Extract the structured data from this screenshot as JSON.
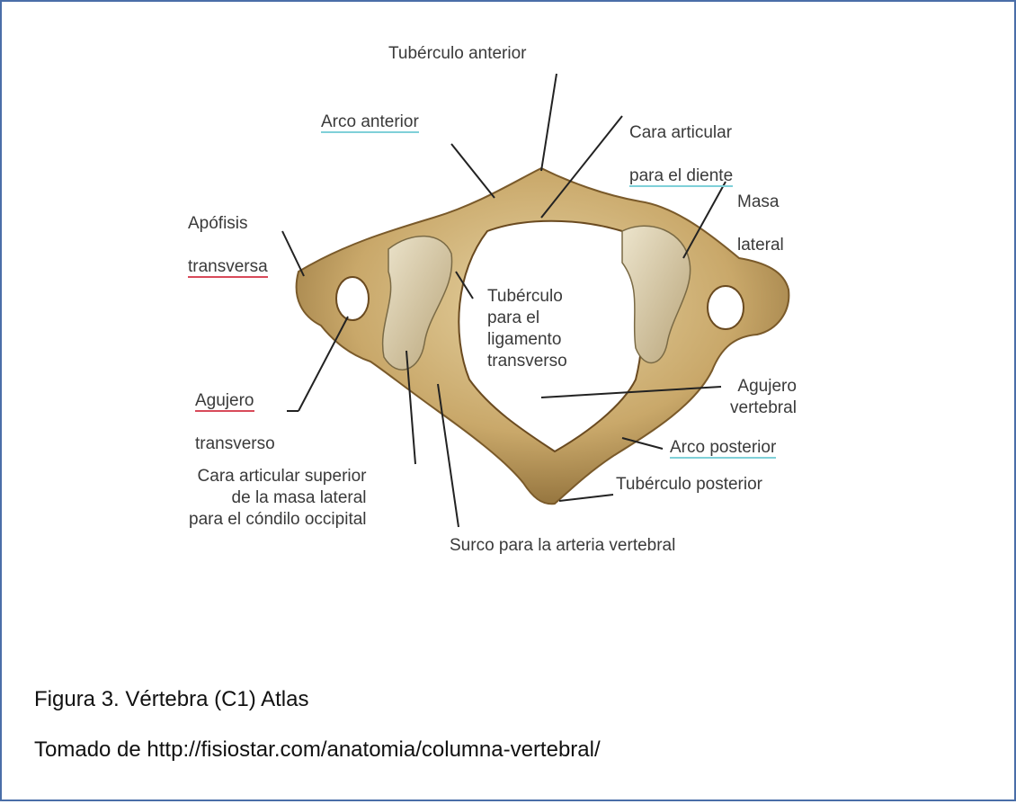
{
  "labels": {
    "tuberculo_anterior": "Tubérculo anterior",
    "arco_anterior": "Arco anterior",
    "cara_articular_diente_1": "Cara articular",
    "cara_articular_diente_2": "para el diente",
    "masa_lateral_1": "Masa",
    "masa_lateral_2": "lateral",
    "apofisis_transversa_1": "Apófisis",
    "apofisis_transversa_2": "transversa",
    "tuberculo_ligamento": "Tubérculo\npara el\nligamento\ntransverso",
    "agujero_transverso_1": "Agujero",
    "agujero_transverso_2": "transverso",
    "agujero_vertebral": "Agujero\nvertebral",
    "arco_posterior": "Arco posterior",
    "tuberculo_posterior": "Tubérculo posterior",
    "cara_articular_superior": "Cara articular superior\nde la masa lateral\npara el cóndilo occipital",
    "surco_arteria": "Surco para la arteria vertebral"
  },
  "caption": {
    "title": "Figura 3. Vértebra (C1) Atlas",
    "source": "Tomado de http://fisiostar.com/anatomia/columna-vertebral/"
  },
  "colors": {
    "frame": "#4a6ea8",
    "bone": "#c9a86a",
    "bone_dark": "#8a6a35",
    "underline_blue": "#7fd0d8",
    "underline_red": "#d84a5a"
  }
}
